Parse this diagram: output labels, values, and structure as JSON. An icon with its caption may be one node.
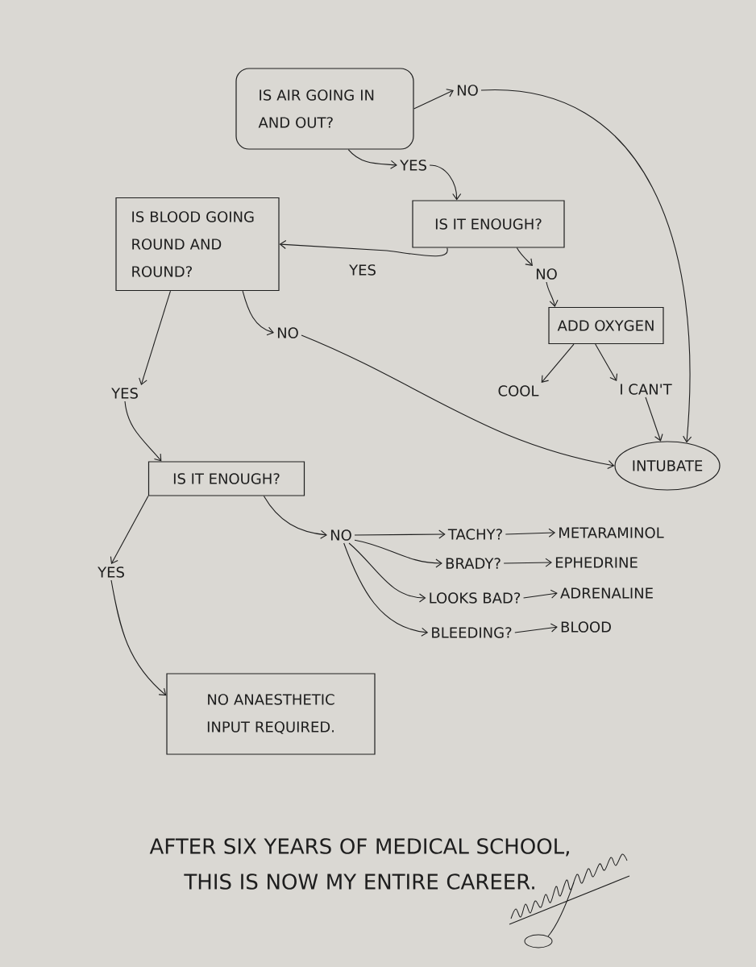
{
  "diagram": {
    "caption": "AFTER SIX YEARS OF MEDICAL SCHOOL, THIS IS NOW MY ENTIRE CAREER.",
    "nodes": [
      {
        "text": [
          "IS AIR GOING IN AND OUT?"
        ]
      },
      {
        "text": [
          "NO"
        ]
      },
      {
        "text": [
          "YES"
        ]
      },
      {
        "text": [
          "IS IT ENOUGH?"
        ]
      },
      {
        "text": [
          "IS BLOOD GOING ROUND AND ROUND?"
        ]
      },
      {
        "text": [
          "NO"
        ]
      },
      {
        "text": [
          "ADD OXYGEN"
        ]
      },
      {
        "text": [
          "NO"
        ]
      },
      {
        "text": [
          "COOL"
        ]
      },
      {
        "text": [
          "I CAN'T"
        ]
      },
      {
        "text": [
          "INTUBATE"
        ]
      },
      {
        "text": [
          "YES"
        ]
      },
      {
        "text": [
          "IS IT ENOUGH?"
        ]
      },
      {
        "text": [
          "YES"
        ]
      },
      {
        "text": [
          "NO"
        ]
      },
      {
        "text": [
          "TACHY?"
        ]
      },
      {
        "text": [
          "METARAMINOL"
        ]
      },
      {
        "text": [
          "BRADY?"
        ]
      },
      {
        "text": [
          "EPHEDRINE"
        ]
      },
      {
        "text": [
          "LOOKS BAD?"
        ]
      },
      {
        "text": [
          "ADRENALINE"
        ]
      },
      {
        "text": [
          "BLEEDING?"
        ]
      },
      {
        "text": [
          "BLOOD"
        ]
      },
      {
        "text": [
          "NO ANAESTHETIC INPUT REQUIRED."
        ]
      }
    ],
    "edges": [
      {
        "from": 0,
        "to": 1,
        "arrow": "to"
      },
      {
        "from": 1,
        "to": 10,
        "arrow": "to"
      },
      {
        "from": 0,
        "to": 2,
        "arrow": "to"
      },
      {
        "from": 2,
        "to": 3,
        "arrow": "to"
      },
      {
        "from": 3,
        "to": 4,
        "arrow": "to",
        "label": "YES"
      },
      {
        "from": 3,
        "to": 5,
        "arrow": "to"
      },
      {
        "from": 5,
        "to": 6,
        "arrow": "to"
      },
      {
        "from": 6,
        "to": 8,
        "arrow": "to"
      },
      {
        "from": 6,
        "to": 9,
        "arrow": "to"
      },
      {
        "from": 9,
        "to": 10,
        "arrow": "to"
      },
      {
        "from": 4,
        "to": 7,
        "arrow": "to"
      },
      {
        "from": 7,
        "to": 10,
        "arrow": "to"
      },
      {
        "from": 4,
        "to": 11,
        "arrow": "to"
      },
      {
        "from": 11,
        "to": 12,
        "arrow": "to"
      },
      {
        "from": 12,
        "to": 13,
        "arrow": "to"
      },
      {
        "from": 12,
        "to": 14,
        "arrow": "to"
      },
      {
        "from": 14,
        "to": 15,
        "arrow": "to"
      },
      {
        "from": 14,
        "to": 17,
        "arrow": "to"
      },
      {
        "from": 14,
        "to": 19,
        "arrow": "to"
      },
      {
        "from": 14,
        "to": 21,
        "arrow": "to"
      },
      {
        "from": 15,
        "to": 16,
        "arrow": "to"
      },
      {
        "from": 17,
        "to": 18,
        "arrow": "to"
      },
      {
        "from": 19,
        "to": 20,
        "arrow": "to"
      },
      {
        "from": 21,
        "to": 22,
        "arrow": "to"
      },
      {
        "from": 13,
        "to": 23,
        "arrow": "to"
      }
    ]
  }
}
